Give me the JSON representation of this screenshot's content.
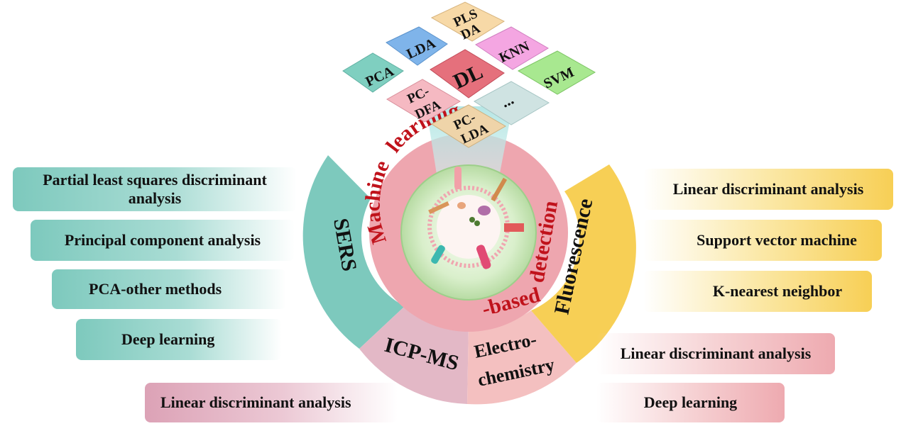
{
  "center": {
    "arc_words": [
      "Machine",
      "learning",
      "-based",
      "detection"
    ],
    "color": "#c0121b"
  },
  "tiles": [
    {
      "id": "pca",
      "label": "PCA"
    },
    {
      "id": "lda",
      "label": "LDA"
    },
    {
      "id": "plsda",
      "label": "PLS\nDA"
    },
    {
      "id": "knn",
      "label": "KNN"
    },
    {
      "id": "dl",
      "label": "DL"
    },
    {
      "id": "svm",
      "label": "SVM"
    },
    {
      "id": "pcdfa",
      "label": "PC-\nDFA"
    },
    {
      "id": "dots",
      "label": "..."
    },
    {
      "id": "pclda",
      "label": "PC-\nLDA"
    }
  ],
  "segments": {
    "sers": "SERS",
    "fluorescence": "Fluorescence",
    "icpms": "ICP-MS",
    "electrochemistry_1": "Electro-",
    "electrochemistry_2": "chemistry"
  },
  "sers_methods": [
    "Partial least squares discriminant\nanalysis",
    "Principal component analysis",
    "PCA-other methods",
    "Deep learning"
  ],
  "fluorescence_methods": [
    "Linear discriminant analysis",
    "Support vector machine",
    "K-nearest neighbor"
  ],
  "icpms_methods": [
    "Linear discriminant analysis"
  ],
  "electrochemistry_methods": [
    "Linear discriminant analysis",
    "Deep learning"
  ],
  "colors": {
    "teal": "#7dc9bd",
    "yellow": "#f7cf55",
    "pink": "#eeaab0",
    "mauve": "#dca2b6",
    "ring": "#eea6af",
    "core": "#c6e3b5"
  }
}
